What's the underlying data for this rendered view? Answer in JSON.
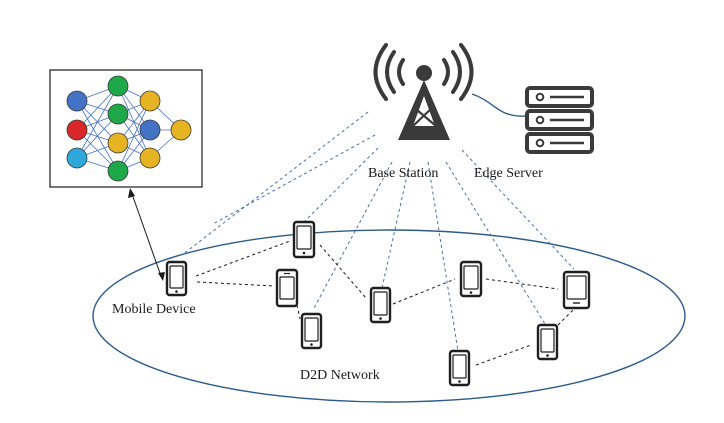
{
  "labels": {
    "base_station": "Base Station",
    "edge_server": "Edge Server",
    "mobile_device": "Mobile Device",
    "d2d_network": "D2D Network"
  },
  "icons": {
    "base_station": "tower-antenna-icon",
    "edge_server": "server-rack-icon",
    "device": "smartphone-icon",
    "model": "neural-network-icon"
  },
  "colors": {
    "icon_dark": "#3a3a3a",
    "cellular_link": "#4a6fa5",
    "ellipse": "#2e5a8a",
    "node_blue": "#4472c4",
    "node_red": "#d62828",
    "node_lightblue": "#2ea8d8",
    "node_green": "#1fa84a",
    "node_yellow": "#e6b422"
  },
  "neural_network": {
    "layers": [
      [
        "#4472c4",
        "#d62828",
        "#2ea8d8"
      ],
      [
        "#1fa84a",
        "#1fa84a",
        "#e6b422",
        "#1fa84a"
      ],
      [
        "#e6b422",
        "#4472c4",
        "#e6b422"
      ],
      [
        "#e6b422"
      ]
    ]
  }
}
